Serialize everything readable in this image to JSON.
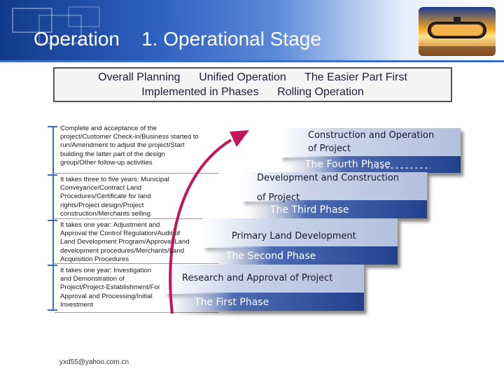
{
  "header": {
    "title": "Operation    1. Operational Stage"
  },
  "banner": {
    "line1": "Overall Planning      Unified Operation      The Easier Part First",
    "line2": "Implemented in Phases      Rolling Operation"
  },
  "descriptions": [
    {
      "lines": [
        "Complete and acceptance of the",
        "project/Customer Check-in/Business started to",
        "run/Amendment to adjust the project/Start",
        "building the latter part of the design",
        "group/Other follow-up activities"
      ]
    },
    {
      "lines": [
        "It takes three to five years: Municipal",
        "Conveyance/Contract Land",
        "Procedures/Certificate for land",
        "rights/Project design/Project",
        "construction/Merchants selling"
      ]
    },
    {
      "lines": [
        "It takes one year: Adjustment and",
        "Approval the Control Regulation/Audit of",
        "Land Development Program/Approval Land",
        "development procedures/Merchants/Land",
        "Acquisition Procedures"
      ]
    },
    {
      "lines": [
        "It takes one year: Investigation",
        "and Demonstration of",
        "Project/Project-Establishment/For",
        "Approval and Processing/Initial",
        "Investment"
      ]
    }
  ],
  "steps": {
    "fourth": {
      "stage_line1": "Construction and Operation",
      "stage_line2": "of Project",
      "phase": "The Fourth Phase"
    },
    "third": {
      "stage_line1": "Development  and Construction",
      "stage_line2": "of Project",
      "phase": "The Third Phase"
    },
    "second": {
      "stage": "Primary Land Development",
      "phase": "The Second Phase"
    },
    "first": {
      "stage": "Research and Approval of Project",
      "phase": "The First Phase"
    }
  },
  "footer": {
    "email": "yxd55@yahoo.com.cn"
  },
  "colors": {
    "header_dark": "#123a8a",
    "step_light": "#c9d3ea",
    "step_dark": "#2f4f9e",
    "arrow": "#c2185b"
  },
  "icons": {
    "logo": "sunset-mirror-logo",
    "arrow": "curved-arrow-icon"
  }
}
